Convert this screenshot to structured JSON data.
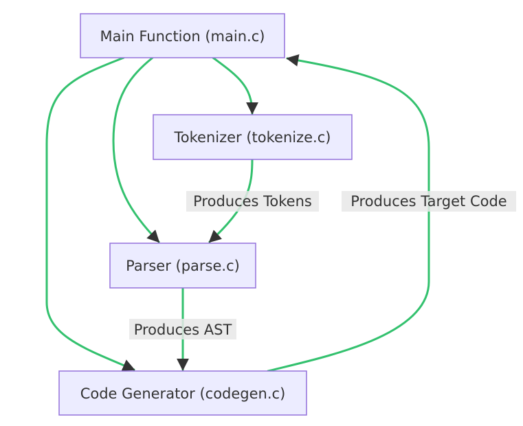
{
  "diagram": {
    "type": "flowchart",
    "colors": {
      "node_fill": "#ECECFF",
      "node_border": "#9370DB",
      "edge": "#33C16E",
      "arrowhead": "#333333",
      "label_background": "#E8E8E8",
      "text": "#333333"
    },
    "nodes": {
      "main": {
        "label": "Main Function (main.c)"
      },
      "tokenizer": {
        "label": "Tokenizer (tokenize.c)"
      },
      "parser": {
        "label": "Parser (parse.c)"
      },
      "codegen": {
        "label": "Code Generator (codegen.c)"
      }
    },
    "edges": [
      {
        "from": "main",
        "to": "tokenizer",
        "label": ""
      },
      {
        "from": "main",
        "to": "parser",
        "label": ""
      },
      {
        "from": "main",
        "to": "codegen",
        "label": ""
      },
      {
        "from": "tokenizer",
        "to": "parser",
        "label": "Produces Tokens"
      },
      {
        "from": "parser",
        "to": "codegen",
        "label": "Produces AST"
      },
      {
        "from": "codegen",
        "to": "main",
        "label": "Produces Target Code"
      }
    ]
  }
}
